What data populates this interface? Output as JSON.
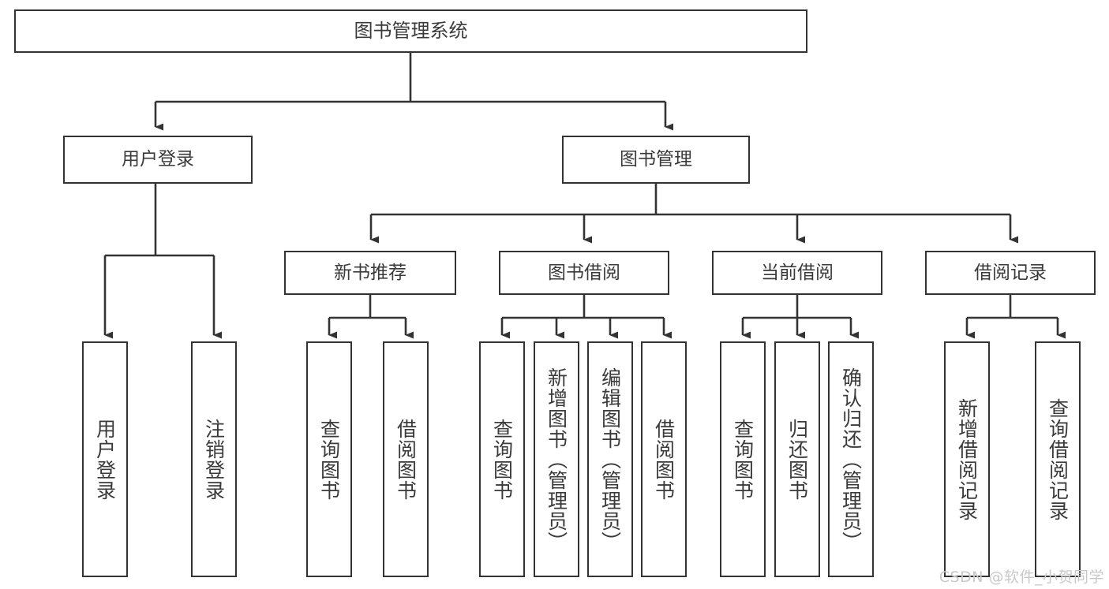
{
  "diagram": {
    "title": "图书管理系统",
    "type": "tree-hierarchy",
    "root": {
      "label": "图书管理系统"
    },
    "level2": [
      {
        "label": "用户登录"
      },
      {
        "label": "图书管理"
      }
    ],
    "level3": [
      {
        "label": "新书推荐"
      },
      {
        "label": "图书借阅"
      },
      {
        "label": "当前借阅"
      },
      {
        "label": "借阅记录"
      }
    ],
    "leaves": {
      "user_login": [
        {
          "label": "用户登录"
        },
        {
          "label": "注销登录"
        }
      ],
      "new_book_recommend": [
        {
          "label": "查询图书"
        },
        {
          "label": "借阅图书"
        }
      ],
      "book_borrow": [
        {
          "label": "查询图书"
        },
        {
          "label": "新增图书（管理员）"
        },
        {
          "label": "编辑图书（管理员）"
        },
        {
          "label": "借阅图书"
        }
      ],
      "current_borrow": [
        {
          "label": "查询图书"
        },
        {
          "label": "归还图书"
        },
        {
          "label": "确认归还（管理员）"
        }
      ],
      "borrow_record": [
        {
          "label": "新增借阅记录"
        },
        {
          "label": "查询借阅记录"
        }
      ]
    }
  },
  "watermark": {
    "text": "CSDN @软件_小贺同学"
  },
  "colors": {
    "box_border": "#333333",
    "box_fill": "#ffffff",
    "text": "#3a3a3a",
    "connector": "#333333",
    "watermark": "#c9c9c9"
  }
}
